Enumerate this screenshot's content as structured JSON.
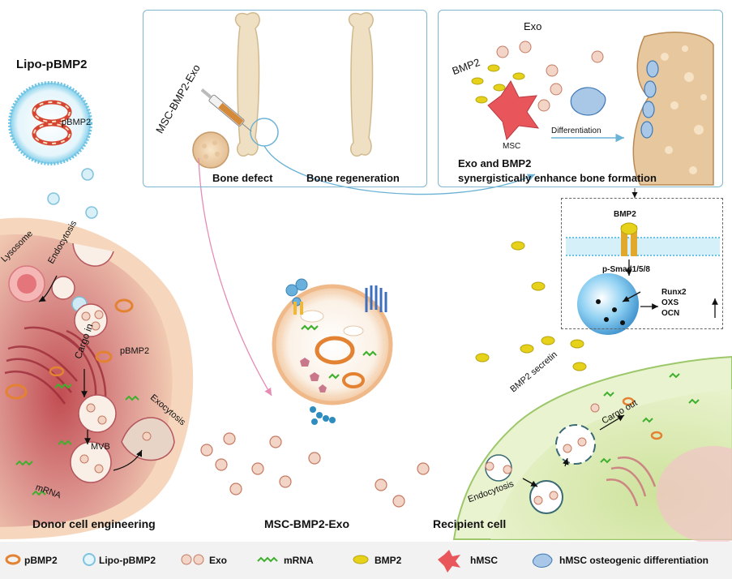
{
  "colors": {
    "panel_border": "#7fb5cf",
    "donor_cell": "#f3c9a8",
    "recipient_cell": "#d9eab0",
    "bmp2": "#e6d21a",
    "mrna": "#3fb02e",
    "exo": "#e8a48c",
    "hmsc": "#e8555a",
    "membrane": "#8fd3ec"
  },
  "lipo": {
    "title": "Lipo-pBMP2",
    "inner": "pBMP2"
  },
  "donor": {
    "lysosome": "Lysosome",
    "endocytosis": "Endocytosis",
    "cargo_in": "Cargo in",
    "pbmp2": "pBMP2",
    "mvb": "MVB",
    "mrna": "mRNA",
    "exocytosis": "Exocytosis",
    "caption": "Donor cell engineering"
  },
  "center": {
    "caption": "MSC-BMP2-Exo"
  },
  "recipient": {
    "bmp2_secretin": "BMP2 secretin",
    "cargo_out": "Cargo out",
    "endocytosis": "Endocytosis",
    "caption": "Recipient cell"
  },
  "panel1": {
    "injection": "MSC-BMP2-Exo",
    "bone_defect": "Bone defect",
    "bone_regeneration": "Bone regeneration"
  },
  "panel2": {
    "bmp2": "BMP2",
    "exo": "Exo",
    "msc": "MSC",
    "differentiation": "Differentiation",
    "caption_line1": "Exo and BMP2",
    "caption_line2": "synergistically enhance bone formation"
  },
  "signal": {
    "bmp2": "BMP2",
    "psmad": "p-Smad1/5/8",
    "genes": [
      "Runx2",
      "OXS",
      "OCN"
    ]
  },
  "legend": {
    "pbmp2": "pBMP2",
    "lipo_pbmp2": "Lipo-pBMP2",
    "exo": "Exo",
    "mrna": "mRNA",
    "bmp2": "BMP2",
    "hmsc": "hMSC",
    "hmsc_osteo": "hMSC osteogenic differentiation"
  }
}
